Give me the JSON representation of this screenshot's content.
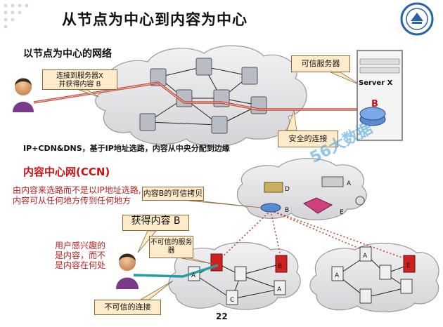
{
  "title": "从节点为中心到内容为中心",
  "section1": {
    "heading": "以节点为中心的网络",
    "callout_connect_line1": "连接到服务器X",
    "callout_connect_line2": "并获得内容 B",
    "callout_trusted_server": "可信服务器",
    "server_label": "Server X",
    "server_content": "B",
    "callout_secure": "安全的连接",
    "caption": "IP+CDN&DNS，基于IP地址选路，内容从中央分配到边缘"
  },
  "section2": {
    "heading": "内容中心网(CCN)",
    "description": "由内容来选路而不是以IP地址选路,内容可从任何地方传到任何地方",
    "callout_trusted_copy": "内容B的可信拷贝",
    "callout_get": "获得内容 B",
    "callout_untrusted_server": "不可信的服务器",
    "user_note": "用户感兴趣的是内容，而不是内容在何处",
    "callout_untrusted_conn": "不可信的连接",
    "content_labels": [
      "D",
      "A",
      "B",
      "E",
      "A",
      "B",
      "C",
      "A",
      "A",
      "E",
      "A"
    ]
  },
  "watermark": "56大数据",
  "page_number": "22",
  "colors": {
    "title_text": "#111111",
    "red_text": "#d01010",
    "callout_fill": "#fdebc9",
    "path_red": "#c0392b",
    "path_teal": "#20a0a0",
    "cloud": "#e8e8ea"
  }
}
